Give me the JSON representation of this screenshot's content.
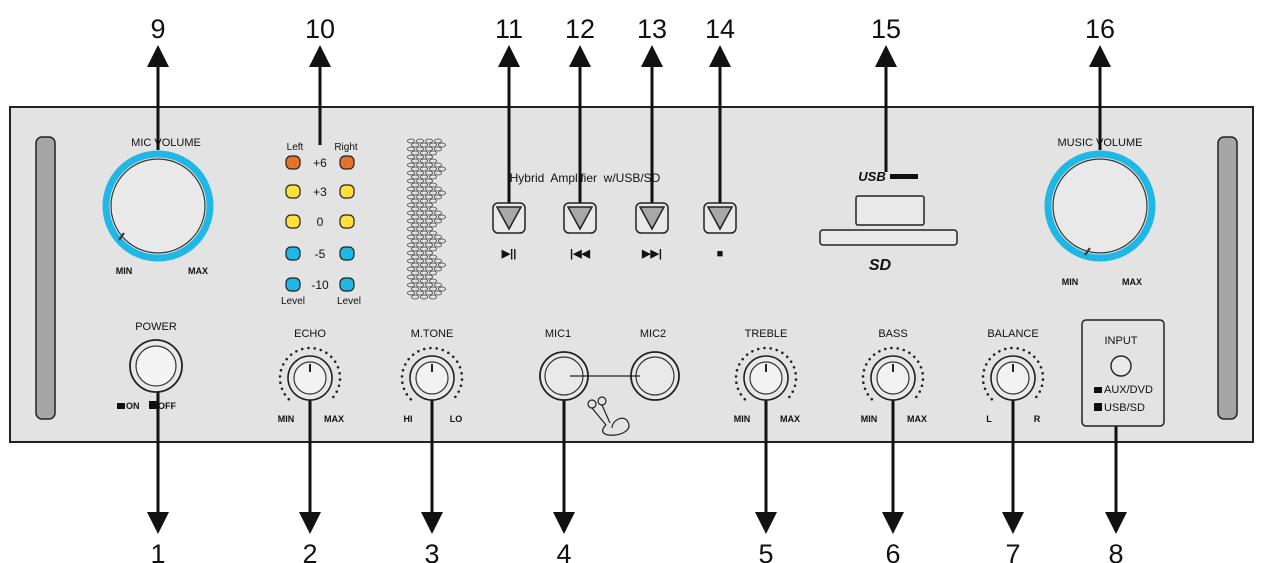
{
  "callouts": {
    "top": [
      "9",
      "10",
      "11",
      "12",
      "13",
      "14",
      "15",
      "16"
    ],
    "bottom": [
      "1",
      "2",
      "3",
      "4",
      "5",
      "6",
      "7",
      "8"
    ]
  },
  "mic_volume": {
    "label": "MIC VOLUME",
    "min": "MIN",
    "max": "MAX"
  },
  "music_volume": {
    "label": "MUSIC VOLUME",
    "min": "MIN",
    "max": "MAX"
  },
  "vu_meter": {
    "left_header": "Left",
    "right_header": "Right",
    "levels": [
      "+6",
      "+3",
      "0",
      "-5",
      "-10"
    ],
    "level_colors": [
      "#e8722a",
      "#ffe03a",
      "#ffe03a",
      "#1fb8e6",
      "#1fb8e6"
    ],
    "left_footer": "Level",
    "right_footer": "Level"
  },
  "panel_title": "Hybrid  Amplifier  w/USB/SD",
  "transport_buttons": [
    {
      "icon": "play-pause-icon",
      "glyph": "▶||"
    },
    {
      "icon": "previous-icon",
      "glyph": "|◀◀"
    },
    {
      "icon": "next-icon",
      "glyph": "▶▶|"
    },
    {
      "icon": "stop-icon",
      "glyph": "■"
    }
  ],
  "media": {
    "usb": "USB",
    "sd": "SD"
  },
  "power": {
    "label": "POWER",
    "on": "ON",
    "off": "OFF"
  },
  "knobs": [
    {
      "label": "ECHO",
      "min": "MIN",
      "max": "MAX"
    },
    {
      "label": "M.TONE",
      "min": "HI",
      "max": "LO"
    },
    {
      "label": "TREBLE",
      "min": "MIN",
      "max": "MAX"
    },
    {
      "label": "BASS",
      "min": "MIN",
      "max": "MAX"
    },
    {
      "label": "BALANCE",
      "min": "L",
      "max": "R"
    }
  ],
  "mics": {
    "mic1": "MIC1",
    "mic2": "MIC2"
  },
  "input": {
    "label": "INPUT",
    "opt1": "AUX/DVD",
    "opt2": "USB/SD"
  },
  "colors": {
    "panel": "#e3e3e3",
    "handle": "#a6a6a6",
    "accent_ring": "#1fb8e6",
    "button_gray": "#a8a8a8"
  }
}
